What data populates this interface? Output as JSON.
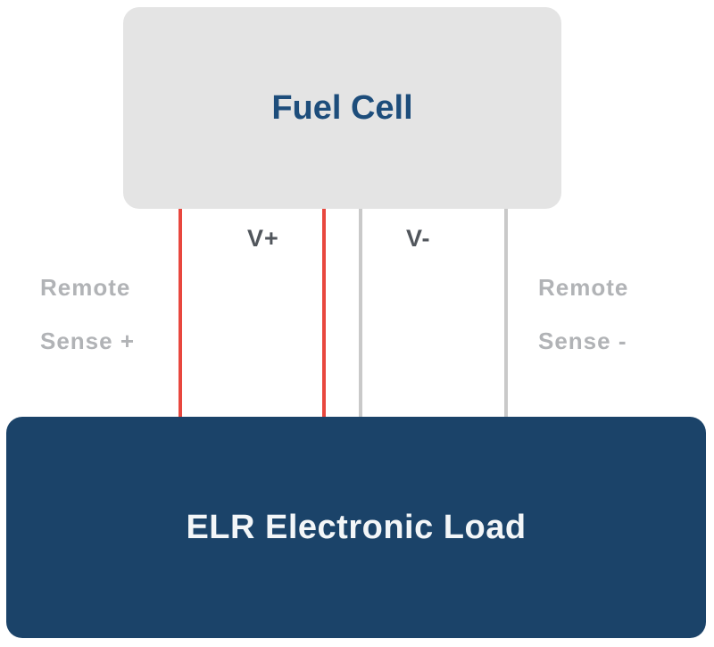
{
  "diagram": {
    "type": "wiring-diagram",
    "fuel_cell": {
      "label": "Fuel Cell"
    },
    "electronic_load": {
      "label": "ELR Electronic Load"
    },
    "wire_labels": {
      "v_plus": "V+",
      "v_minus": "V-",
      "remote_sense_plus": [
        "Remote",
        "Sense +"
      ],
      "remote_sense_minus": [
        "Remote",
        "Sense -"
      ]
    },
    "wires": [
      {
        "name": "remote-sense-plus-wire",
        "color": "#e8473e"
      },
      {
        "name": "v-plus-wire",
        "color": "#e8473e"
      },
      {
        "name": "v-minus-wire",
        "color": "#c9c9c9"
      },
      {
        "name": "remote-sense-minus-wire",
        "color": "#c9c9c9"
      }
    ],
    "colors": {
      "fuel_cell_bg": "#e4e4e4",
      "fuel_cell_text": "#1d4d7b",
      "load_bg": "#1b4369",
      "load_text": "#f3f6f8",
      "wire_red": "#e8473e",
      "wire_gray": "#c9c9c9",
      "v_label_text": "#51565c",
      "sense_label_text": "#b1b3b6",
      "background": "#ffffff"
    }
  }
}
